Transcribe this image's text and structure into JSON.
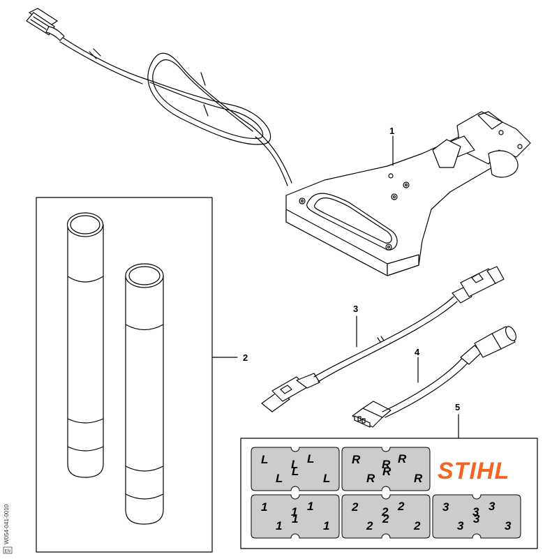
{
  "callouts": {
    "c1": "1",
    "c2": "2",
    "c3": "3",
    "c4": "4",
    "c5": "5"
  },
  "sticker_sheet": {
    "brand": "STIHL",
    "tiles": [
      {
        "letters": [
          "L",
          "L",
          "L",
          "L",
          "L",
          "L"
        ]
      },
      {
        "letters": [
          "R",
          "R",
          "R",
          "R",
          "R",
          "R"
        ]
      },
      {
        "letters": [
          "1",
          "1",
          "1",
          "1",
          "1",
          "1"
        ]
      },
      {
        "letters": [
          "2",
          "2",
          "2",
          "2",
          "2",
          "2"
        ]
      },
      {
        "letters": [
          "3",
          "3",
          "3",
          "3",
          "3",
          "3"
        ]
      }
    ]
  },
  "side_code": "W054-041-0010",
  "side_flag": "EN",
  "colors": {
    "brand": "#f26522",
    "tile_fill": "#cccccc",
    "line": "#000000"
  }
}
